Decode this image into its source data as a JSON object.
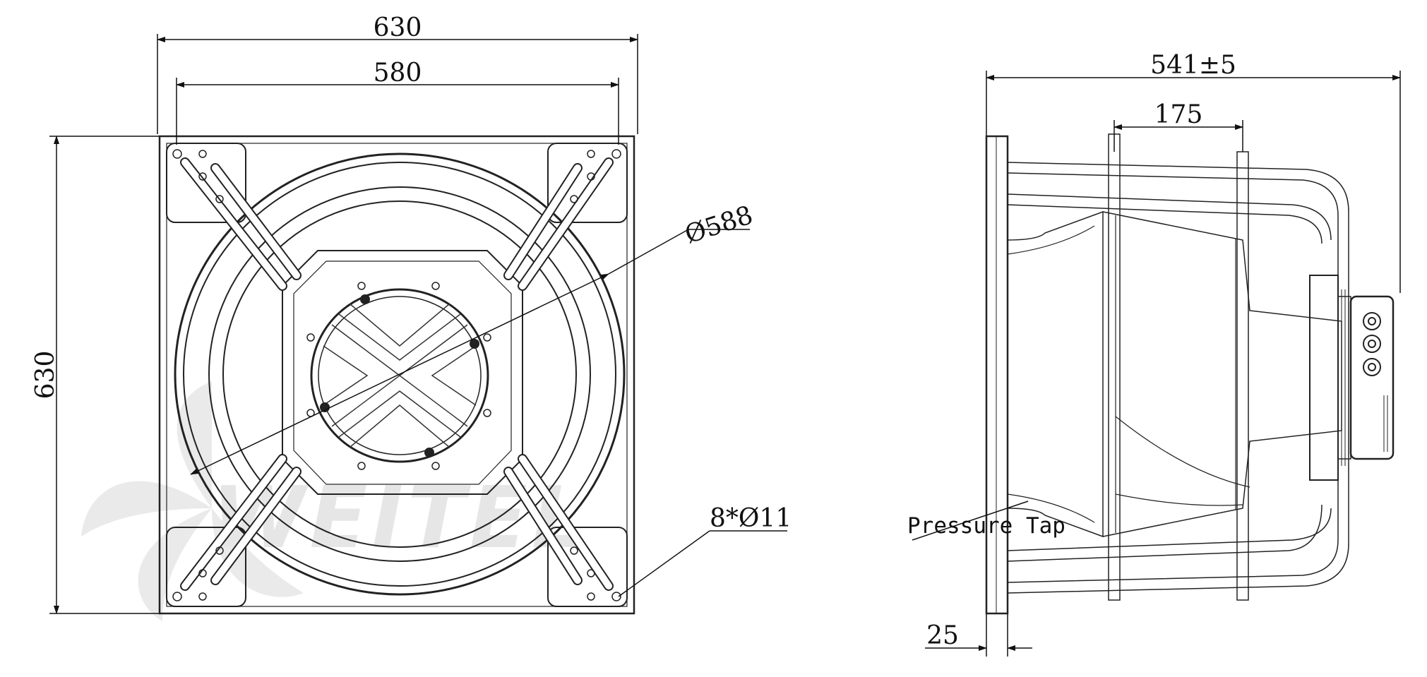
{
  "front_view": {
    "dim_width_outer": "630",
    "dim_width_holes": "580",
    "dim_height": "630",
    "dim_diameter": "Ø588",
    "dim_holes": "8*Ø11"
  },
  "side_view": {
    "dim_length": "541±5",
    "dim_inlet": "175",
    "dim_flange": "25",
    "label_pressure_tap": "Pressure Tap"
  },
  "watermark": {
    "text": "WEITEL",
    "colors": [
      "#bdbdbd",
      "#9fc9e8"
    ]
  }
}
